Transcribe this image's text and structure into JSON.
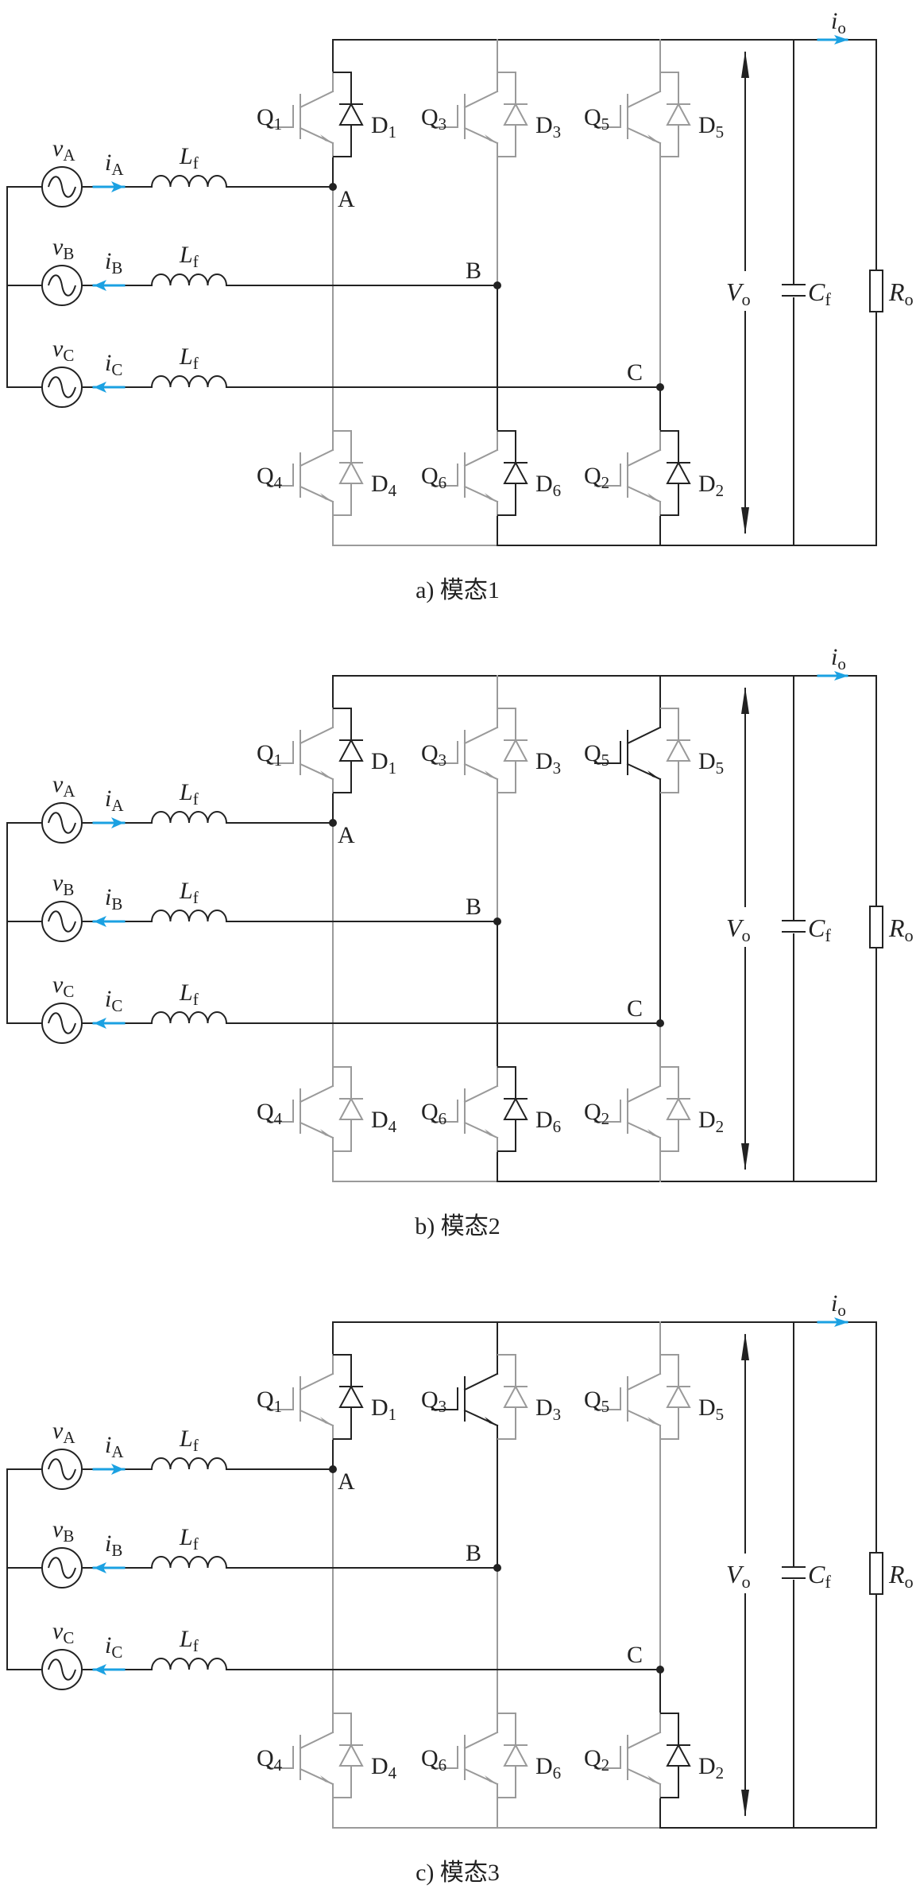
{
  "colors": {
    "dark": "#222222",
    "gray": "#9a9a9a",
    "current": "#1ba1e2"
  },
  "labels": {
    "sources": [
      {
        "v": "v",
        "sub": "A"
      },
      {
        "v": "v",
        "sub": "B"
      },
      {
        "v": "v",
        "sub": "C"
      }
    ],
    "currents": [
      {
        "i": "i",
        "sub": "A"
      },
      {
        "i": "i",
        "sub": "B"
      },
      {
        "i": "i",
        "sub": "C"
      }
    ],
    "inductor": {
      "main": "L",
      "sub": "f"
    },
    "nodes": [
      "A",
      "B",
      "C"
    ],
    "upper_switches": [
      {
        "q": "Q",
        "qs": "1",
        "d": "D",
        "ds": "1"
      },
      {
        "q": "Q",
        "qs": "3",
        "d": "D",
        "ds": "3"
      },
      {
        "q": "Q",
        "qs": "5",
        "d": "D",
        "ds": "5"
      }
    ],
    "lower_switches": [
      {
        "q": "Q",
        "qs": "4",
        "d": "D",
        "ds": "4"
      },
      {
        "q": "Q",
        "qs": "6",
        "d": "D",
        "ds": "6"
      },
      {
        "q": "Q",
        "qs": "2",
        "d": "D",
        "ds": "2"
      }
    ],
    "output_voltage": {
      "main": "V",
      "sub": "o"
    },
    "capacitor": {
      "main": "C",
      "sub": "f"
    },
    "resistor": {
      "main": "R",
      "sub": "o"
    },
    "output_current": {
      "main": "i",
      "sub": "o"
    }
  },
  "modes": [
    {
      "caption": "a) 模态1",
      "current_dirs": [
        "in",
        "out",
        "out"
      ],
      "conducting": [
        "D1",
        "D6",
        "D2"
      ],
      "upper_on": [
        1,
        0,
        0
      ],
      "lower_on": [
        0,
        1,
        1
      ]
    },
    {
      "caption": "b) 模态2",
      "current_dirs": [
        "in",
        "out",
        "out"
      ],
      "conducting": [
        "D1",
        "Q5",
        "D6"
      ],
      "upper_on": [
        1,
        0,
        1
      ],
      "lower_on": [
        0,
        1,
        0
      ]
    },
    {
      "caption": "c) 模态3",
      "current_dirs": [
        "in",
        "out",
        "out"
      ],
      "conducting": [
        "D1",
        "Q3",
        "D2"
      ],
      "upper_on": [
        1,
        1,
        0
      ],
      "lower_on": [
        0,
        0,
        1
      ]
    }
  ]
}
